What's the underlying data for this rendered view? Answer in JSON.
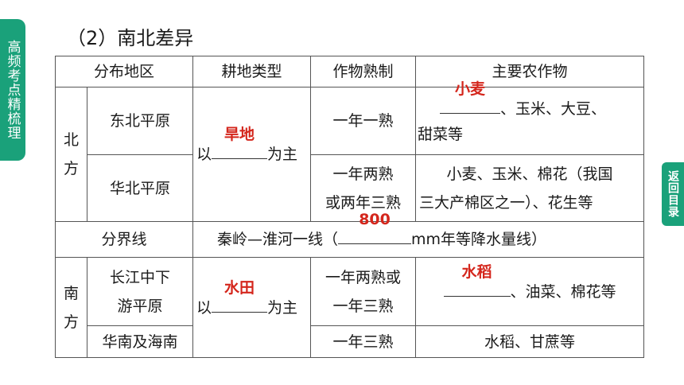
{
  "side_tab": {
    "label": "高频考点精梳理"
  },
  "return_tab": {
    "label": "返回目录"
  },
  "title": "（2）南北差异",
  "table": {
    "headers": [
      "分布地区",
      "耕地类型",
      "作物熟制",
      "主要农作物"
    ],
    "north": {
      "label": "北方",
      "land_prefix": "以",
      "land_answer": "旱地",
      "land_suffix": "为主",
      "rows": [
        {
          "region": "东北平原",
          "system": "一年一熟",
          "crops_answer": "小麦",
          "crops_text_1": "、玉米、大豆、",
          "crops_text_2": "甜菜等"
        },
        {
          "region": "华北平原",
          "system_1": "一年两熟",
          "system_2": "或两年三熟",
          "crops_1": "小麦、玉米、棉花（我国",
          "crops_2": "三大产棉区之一）、花生等"
        }
      ]
    },
    "boundary": {
      "label": "分界线",
      "text_before": "秦岭—淮河一线（",
      "answer": "800",
      "text_after": "mm年等降水量线）"
    },
    "south": {
      "label": "南方",
      "land_prefix": "以",
      "land_answer": "水田",
      "land_suffix": "为主",
      "rows": [
        {
          "region_1": "长江中下",
          "region_2": "游平原",
          "system_1": "一年两熟或",
          "system_2": "一年三熟",
          "crops_answer": "水稻",
          "crops_text": "、油菜、棉花等"
        },
        {
          "region": "华南及海南",
          "system": "一年三熟",
          "crops": "水稻、甘蔗等"
        }
      ]
    }
  }
}
